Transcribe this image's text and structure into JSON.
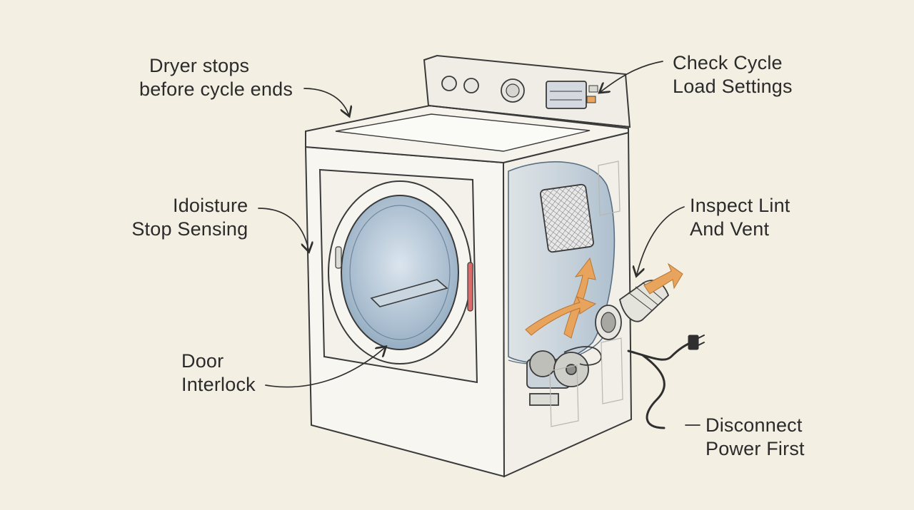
{
  "labels": {
    "dryer_stops": {
      "line1": "Dryer stops",
      "line2": "before cycle ends"
    },
    "check_cycle": {
      "line1": "Check Cycle",
      "line2": "Load Settings"
    },
    "moisture_sensing": {
      "line1": "Idoisture",
      "line2": "Stop Sensing"
    },
    "lint_vent": {
      "line1": "Inspect Lint",
      "line2": "And Vent"
    },
    "door_interlock": {
      "line1": "Door",
      "line2": "Interlock"
    },
    "disconnect_power": {
      "line1": "Disconnect",
      "line2": "Power First"
    }
  },
  "colors": {
    "background": "#f3efe3",
    "outline": "#3a3a3a",
    "drum_blue": "#9fb6c9",
    "airflow_orange": "#e8a35c",
    "panel_fill": "#f7f6f1"
  },
  "icons": [
    "dryer-illustration",
    "airflow-arrow",
    "power-cord",
    "lint-filter",
    "vent-duct",
    "drive-belt"
  ]
}
